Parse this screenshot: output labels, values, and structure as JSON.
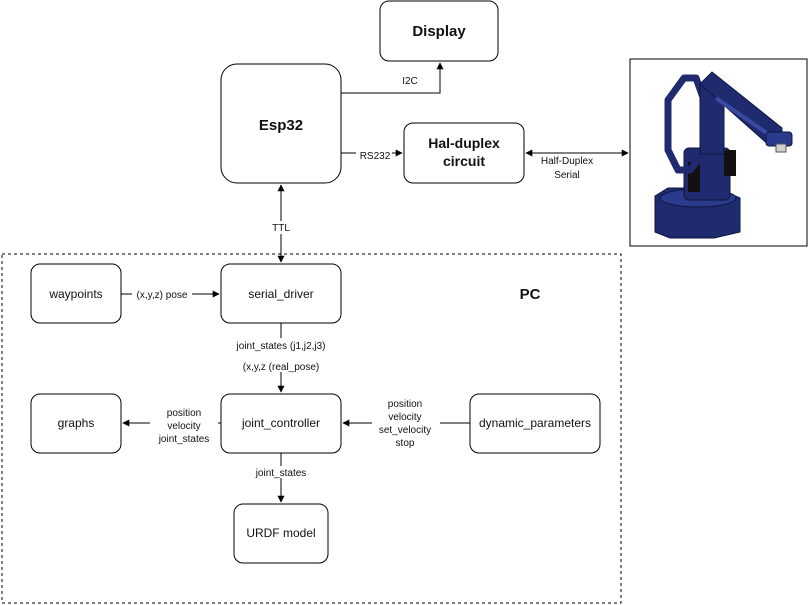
{
  "nodes": {
    "display": "Display",
    "esp32": "Esp32",
    "half_duplex": [
      "Hal-duplex",
      "circuit"
    ],
    "waypoints": "waypoints",
    "serial_driver": "serial_driver",
    "graphs": "graphs",
    "joint_controller": "joint_controller",
    "dynamic_parameters": "dynamic_parameters",
    "urdf_model": "URDF model"
  },
  "group": {
    "pc": "PC"
  },
  "edges": {
    "i2c": "I2C",
    "rs232": "RS232",
    "half_duplex_serial": [
      "Half-Duplex",
      "Serial"
    ],
    "ttl": "TTL",
    "waypoints_to_driver": "(x,y,z) pose",
    "driver_to_controller": [
      "joint_states (j1,j2,j3)",
      "(x,y,z (real_pose)"
    ],
    "controller_to_graphs": [
      "position",
      "velocity",
      "joint_states"
    ],
    "params_to_controller": [
      "position",
      "velocity",
      "set_velocity",
      "stop"
    ],
    "controller_to_urdf": "joint_states"
  },
  "colors": {
    "robot_body": "#1f2b6e",
    "robot_dark": "#0f1640",
    "stroke": "#000000"
  }
}
